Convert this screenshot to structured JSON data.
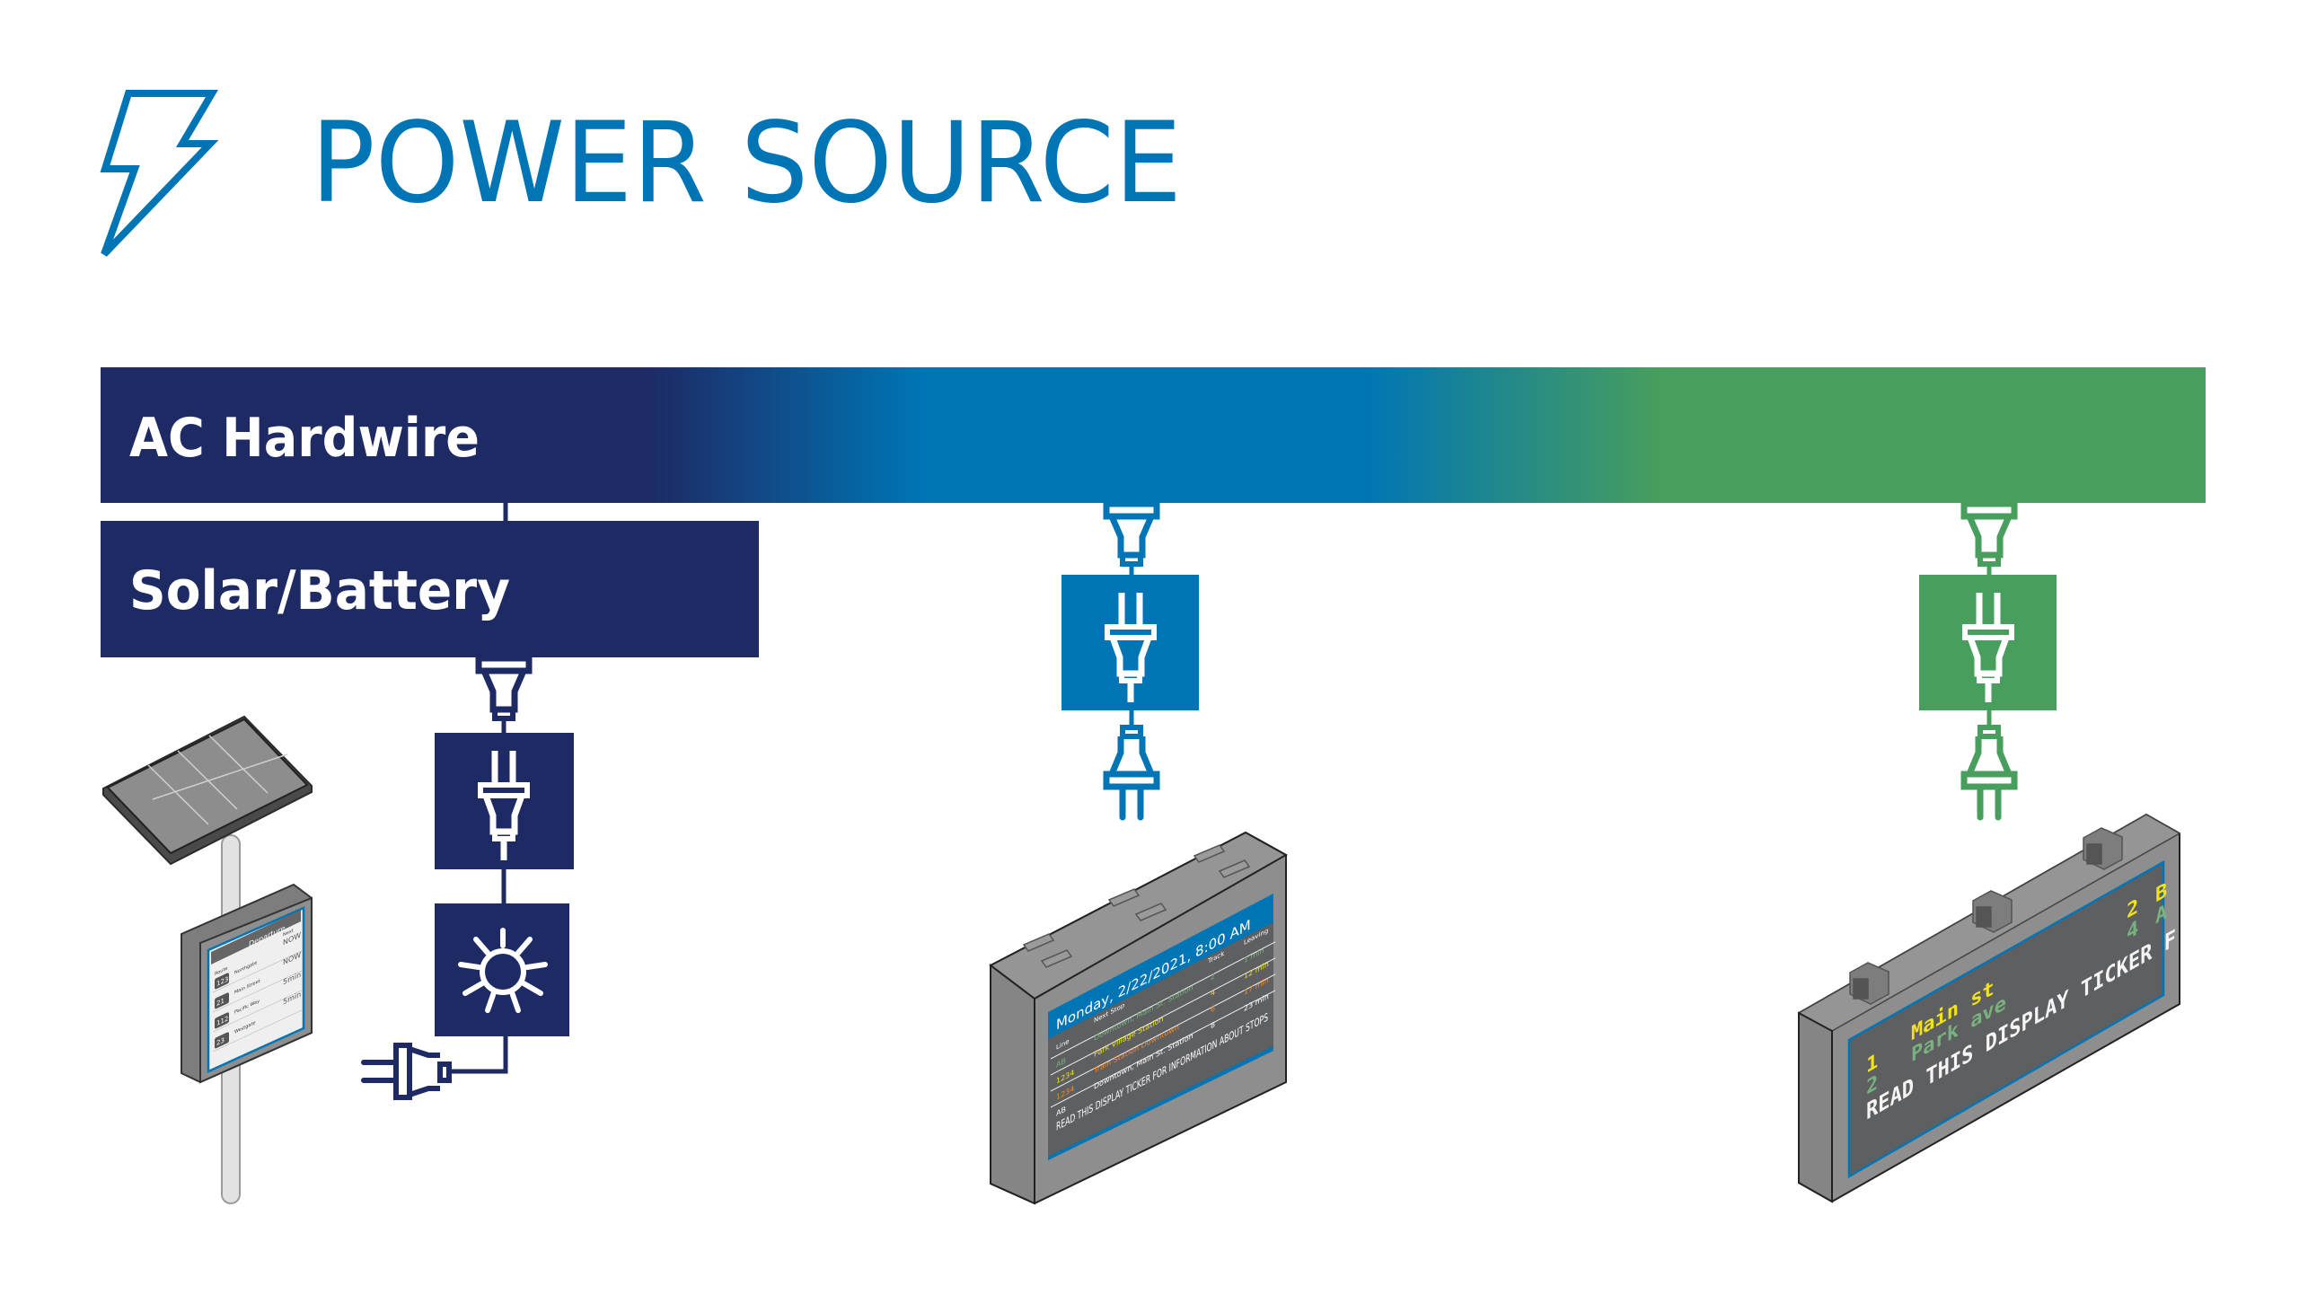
{
  "header": {
    "title": "POWER SOURCE",
    "icon": "lightning-bolt-icon"
  },
  "colors": {
    "title_blue": "#0075B5",
    "navy": "#1D2A64",
    "blue": "#0075B5",
    "green": "#479E5D",
    "device_gray": "#8E8E8F",
    "screen_dark": "#5E5F61",
    "led_yellow": "#F2E21E",
    "led_green": "#79B27F",
    "lcd_orange": "#F08A2A"
  },
  "power_bars": [
    {
      "label": "AC Hardwire"
    },
    {
      "label": "Solar/Battery"
    }
  ],
  "chains": {
    "solar": {
      "icons": [
        "socket-icon",
        "plug-icon",
        "sun-icon",
        "plug-icon"
      ]
    },
    "lcd": {
      "icons": [
        "socket-icon",
        "plug-icon",
        "plug-icon"
      ]
    },
    "led": {
      "icons": [
        "socket-icon",
        "plug-icon",
        "plug-icon"
      ]
    }
  },
  "epaper_sign": {
    "header": "Departure",
    "col_next": "Next",
    "col_route": "Route",
    "rows": [
      {
        "route": "123",
        "dest": "Northgate",
        "next": "NOW"
      },
      {
        "route": "21",
        "dest": "Main Street",
        "next": "NOW"
      },
      {
        "route": "112",
        "dest": "Pacific Way",
        "next": "5min"
      },
      {
        "route": "23",
        "dest": "Westgate",
        "next": "5min"
      }
    ]
  },
  "lcd_display": {
    "datetime": "Monday, 2/22/2021, 8:00 AM",
    "col_line": "Line",
    "col_next_stop": "Next Stop",
    "col_track": "Track",
    "col_leaving": "Leaving",
    "rows": [
      {
        "line": "AB",
        "stop": "Downtown, Main St. Station",
        "track": "2",
        "leaving": "1 min",
        "color": "#79B27F"
      },
      {
        "line": "1234",
        "stop": "Park Village Station",
        "track": "4",
        "leaving": "12 min",
        "color": "#F2E21E"
      },
      {
        "line": "1234",
        "stop": "Train Station Downtown",
        "track": "6",
        "leaving": "17 min",
        "color": "#F08A2A"
      },
      {
        "line": "AB",
        "stop": "Downtown, Main St. Station",
        "track": "8",
        "leaving": "23 min",
        "color": "#FFFFFF"
      }
    ],
    "ticker": "READ THIS DISPLAY TICKER FOR INFORMATION ABOUT STOPS"
  },
  "led_ticker": {
    "rows": [
      {
        "num": "1",
        "dest": "Main st",
        "track": "2",
        "platform": "B",
        "color": "#F2E21E"
      },
      {
        "num": "2",
        "dest": "Park ave",
        "track": "4",
        "platform": "A",
        "color": "#79B27F"
      }
    ],
    "ticker": "READ THIS DISPLAY TICKER F"
  }
}
